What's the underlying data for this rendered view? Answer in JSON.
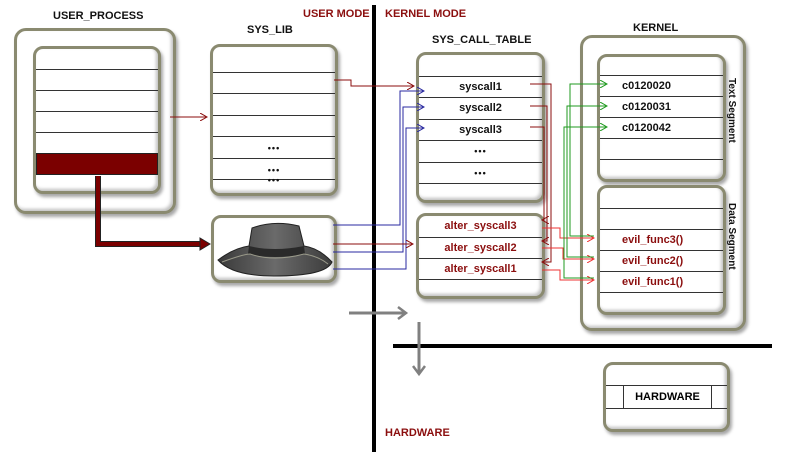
{
  "modes": {
    "user_mode": "USER MODE",
    "kernel_mode": "KERNEL MODE",
    "hardware": "HARDWARE"
  },
  "user_process": {
    "title": "USER_PROCESS",
    "highlighted_row_color": "#7b0000"
  },
  "sys_lib": {
    "title": "SYS_LIB",
    "rows": [
      "",
      "",
      "",
      "•••",
      "•••",
      "•••"
    ]
  },
  "rootkit": {
    "icon": "hat-icon"
  },
  "sys_call_table": {
    "title": "SYS_CALL_TABLE",
    "rows": [
      "syscall1",
      "syscall2",
      "syscall3",
      "•••",
      "•••"
    ],
    "alter_rows": [
      "alter_syscall3",
      "alter_syscall2",
      "alter_syscall1"
    ]
  },
  "kernel": {
    "title": "KERNEL",
    "text_segment": {
      "label": "Text Segment",
      "rows": [
        "c0120020",
        "c0120031",
        "c0120042"
      ]
    },
    "data_segment": {
      "label": "Data Segment",
      "rows": [
        "evil_func3()",
        "evil_func2()",
        "evil_func1()"
      ]
    }
  },
  "hardware_box": {
    "label": "HARDWARE"
  },
  "colors": {
    "dark_red": "#8b0e0e",
    "blue": "#2a2aa0",
    "green": "#1f9a1f",
    "bright_red": "#ee3333",
    "gray": "#808080"
  }
}
